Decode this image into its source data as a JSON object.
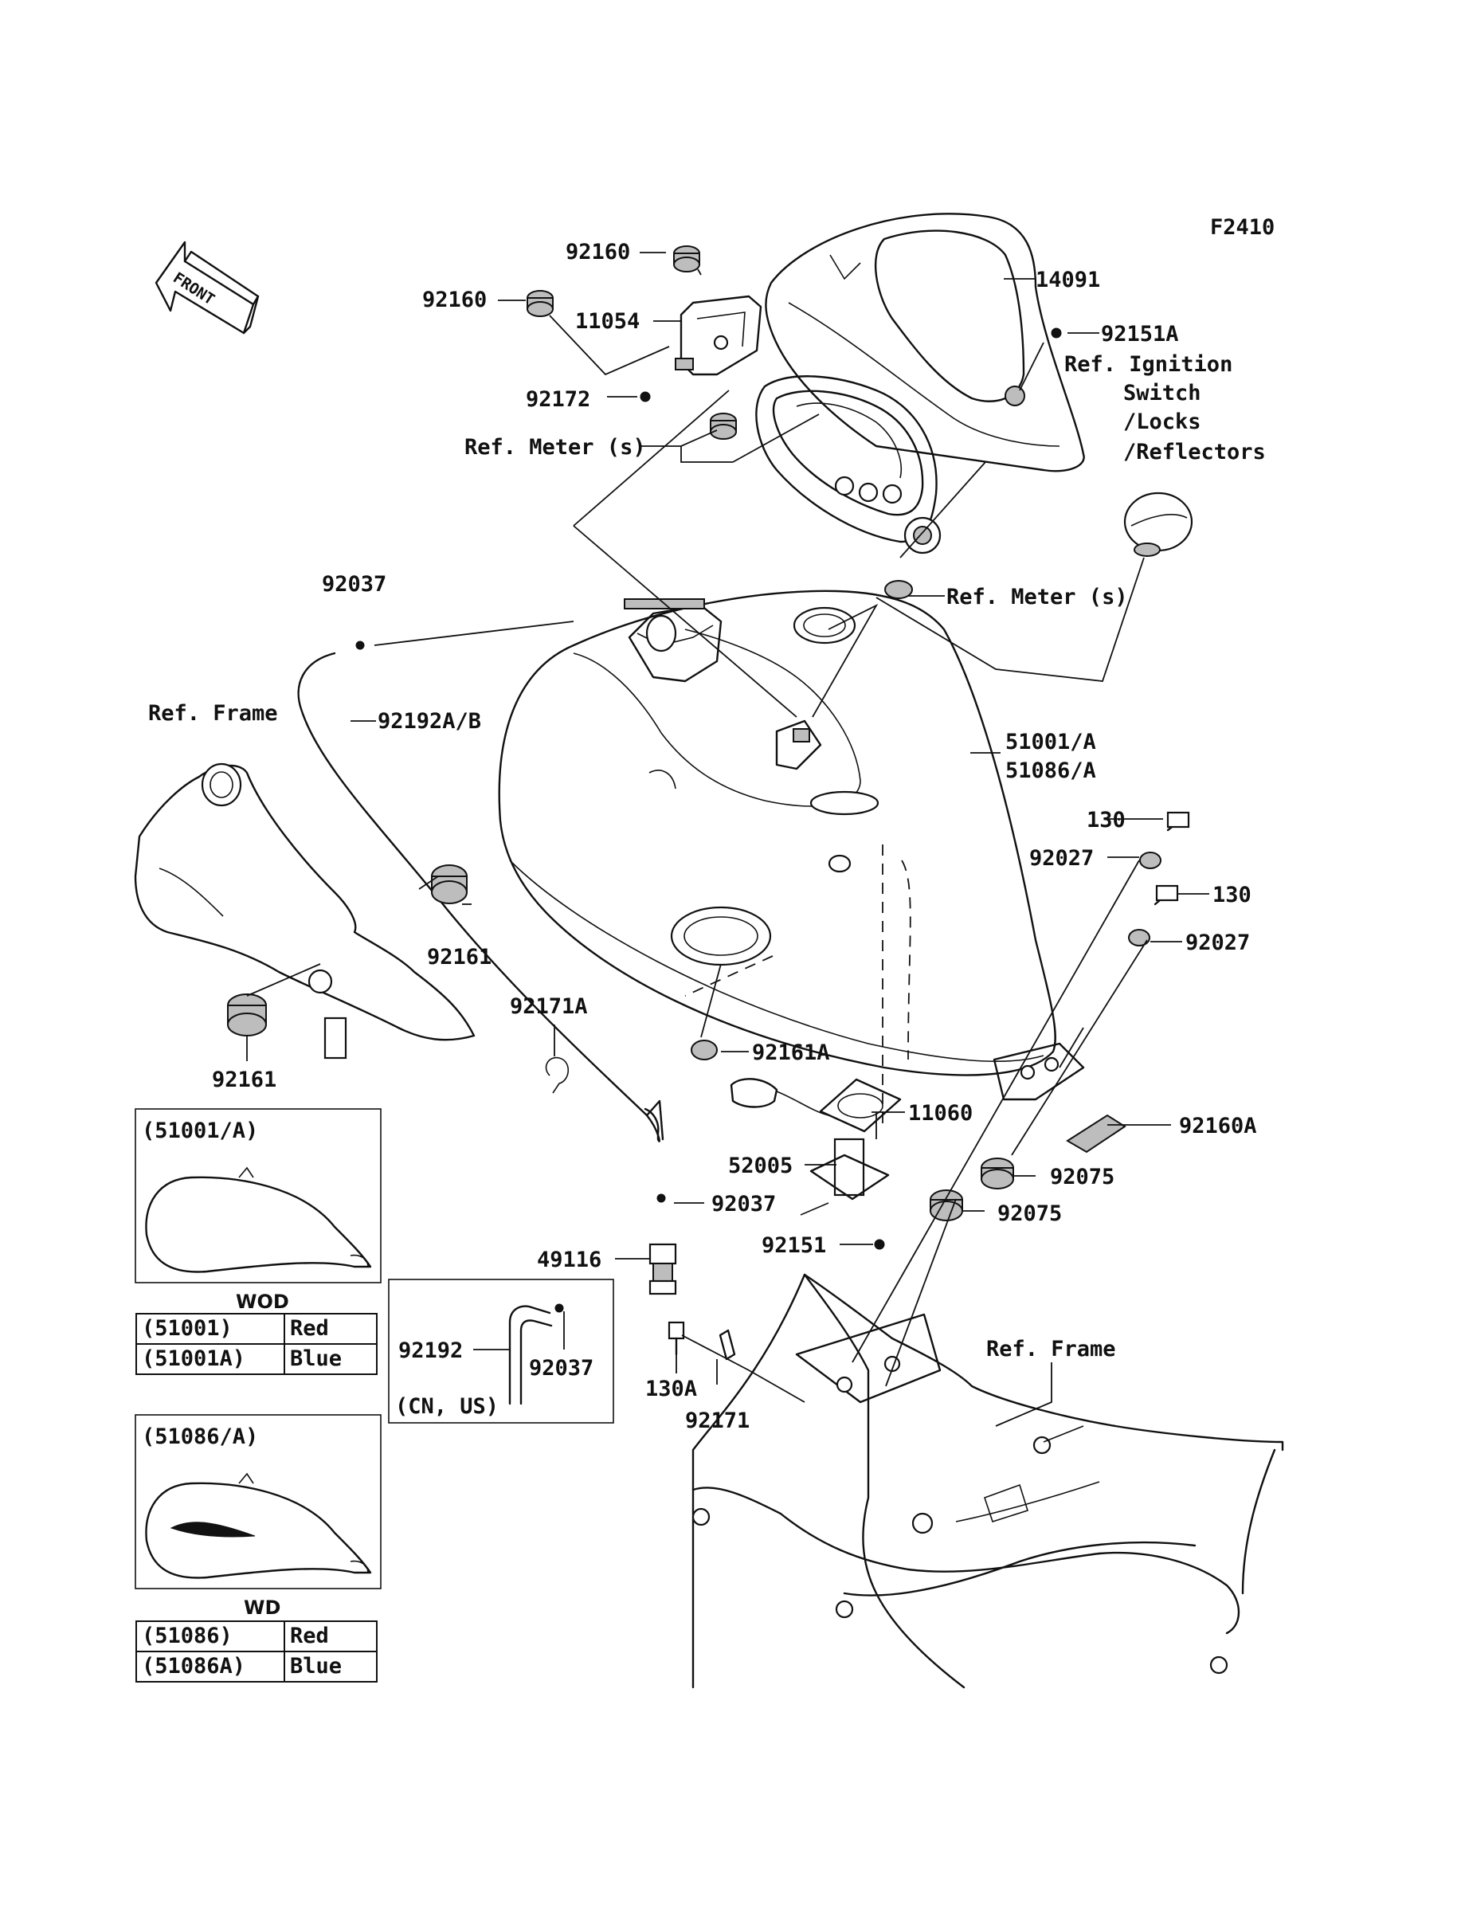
{
  "figure_code": "F2410",
  "front_label": "FRONT",
  "part_labels": {
    "p92160_top": "92160",
    "p92160_left": "92160",
    "p11054": "11054",
    "p14091": "14091",
    "p92151A": "92151A",
    "ref_ignition_1": "Ref. Ignition",
    "ref_ignition_2": "Switch",
    "ref_ignition_3": "/Locks",
    "ref_ignition_4": "/Reflectors",
    "p92172": "92172",
    "ref_meter_left": "Ref. Meter (s)",
    "ref_meter_right": "Ref. Meter (s)",
    "p92037_top": "92037",
    "ref_frame_left": "Ref. Frame",
    "p92192AB": "92192A/B",
    "p51001A": "51001/A",
    "p51086A": "51086/A",
    "p130_top": "130",
    "p92027_left": "92027",
    "p130_right": "130",
    "p92027_right": "92027",
    "p92161_upper": "92161",
    "p92161_lower": "92161",
    "p92171A": "92171A",
    "p92161A": "92161A",
    "p11060": "11060",
    "p92160A": "92160A",
    "p52005": "52005",
    "p92075_upper": "92075",
    "p92075_lower": "92075",
    "p92037_mid": "92037",
    "p92151": "92151",
    "p49116": "49116",
    "p92192": "92192",
    "p92037_box": "92037",
    "cn_us": "(CN, US)",
    "p130A": "130A",
    "p92171": "92171",
    "ref_frame_right": "Ref. Frame"
  },
  "inset_wod": {
    "title": "(51001/A)",
    "caption": "WOD",
    "rows": [
      {
        "part": "(51001)",
        "color": "Red"
      },
      {
        "part": "(51001A)",
        "color": "Blue"
      }
    ]
  },
  "inset_wd": {
    "title": "(51086/A)",
    "caption": "WD",
    "rows": [
      {
        "part": "(51086)",
        "color": "Red"
      },
      {
        "part": "(51086A)",
        "color": "Blue"
      }
    ]
  }
}
